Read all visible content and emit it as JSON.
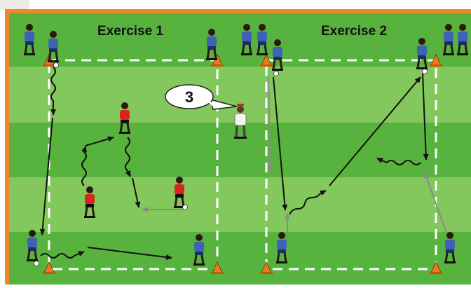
{
  "labels": {
    "exercise_1": "Exercise 1",
    "exercise_2": "Exercise 2",
    "callout_number": "3"
  },
  "colors": {
    "frame_orange": "#f0882a",
    "grass_dark": "#58b23e",
    "grass_light": "#82c85c",
    "blue_team": "#3d63b5",
    "red_team": "#d8261e",
    "coach_shirt": "#f2f2f2",
    "arrow_black": "#111111",
    "arrow_gray": "#8a8a8a",
    "cone_orange": "#f07a1a",
    "boundary_white": "#ffffff"
  },
  "icons": [
    "player-blue-icon",
    "player-red-icon",
    "coach-icon",
    "cone-icon",
    "speech-bubble-icon"
  ]
}
